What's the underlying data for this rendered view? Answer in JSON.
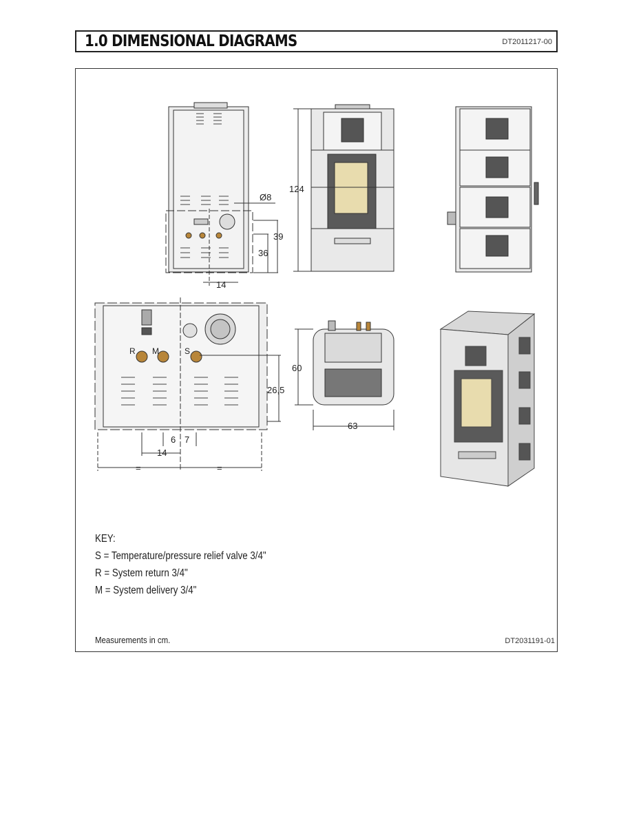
{
  "header": {
    "title": "1.0  DIMENSIONAL DIAGRAMS",
    "code": "DT2011217-00"
  },
  "dimensions": {
    "height": "124",
    "flue_diameter": "Ø8",
    "d39": "39",
    "d36": "36",
    "d14_top": "14",
    "d26_5": "26,5",
    "d60": "60",
    "d63": "63",
    "d6": "6",
    "d7": "7",
    "d14_bottom": "14",
    "eq_left": "=",
    "eq_right": "="
  },
  "connection_labels": {
    "r": "R",
    "m": "M",
    "s": "S"
  },
  "key": {
    "title": "KEY:",
    "items": [
      "S = Temperature/pressure relief valve 3/4\"",
      "R = System return 3/4\"",
      "M = System delivery 3/4\""
    ]
  },
  "footer": {
    "note": "Measurements in cm.",
    "code": "DT2031191-01"
  },
  "colors": {
    "stove_panel": "#e9e9e9",
    "stove_dark": "#5a5a5a",
    "glass": "#e8dcae",
    "brass": "#b8863a"
  }
}
